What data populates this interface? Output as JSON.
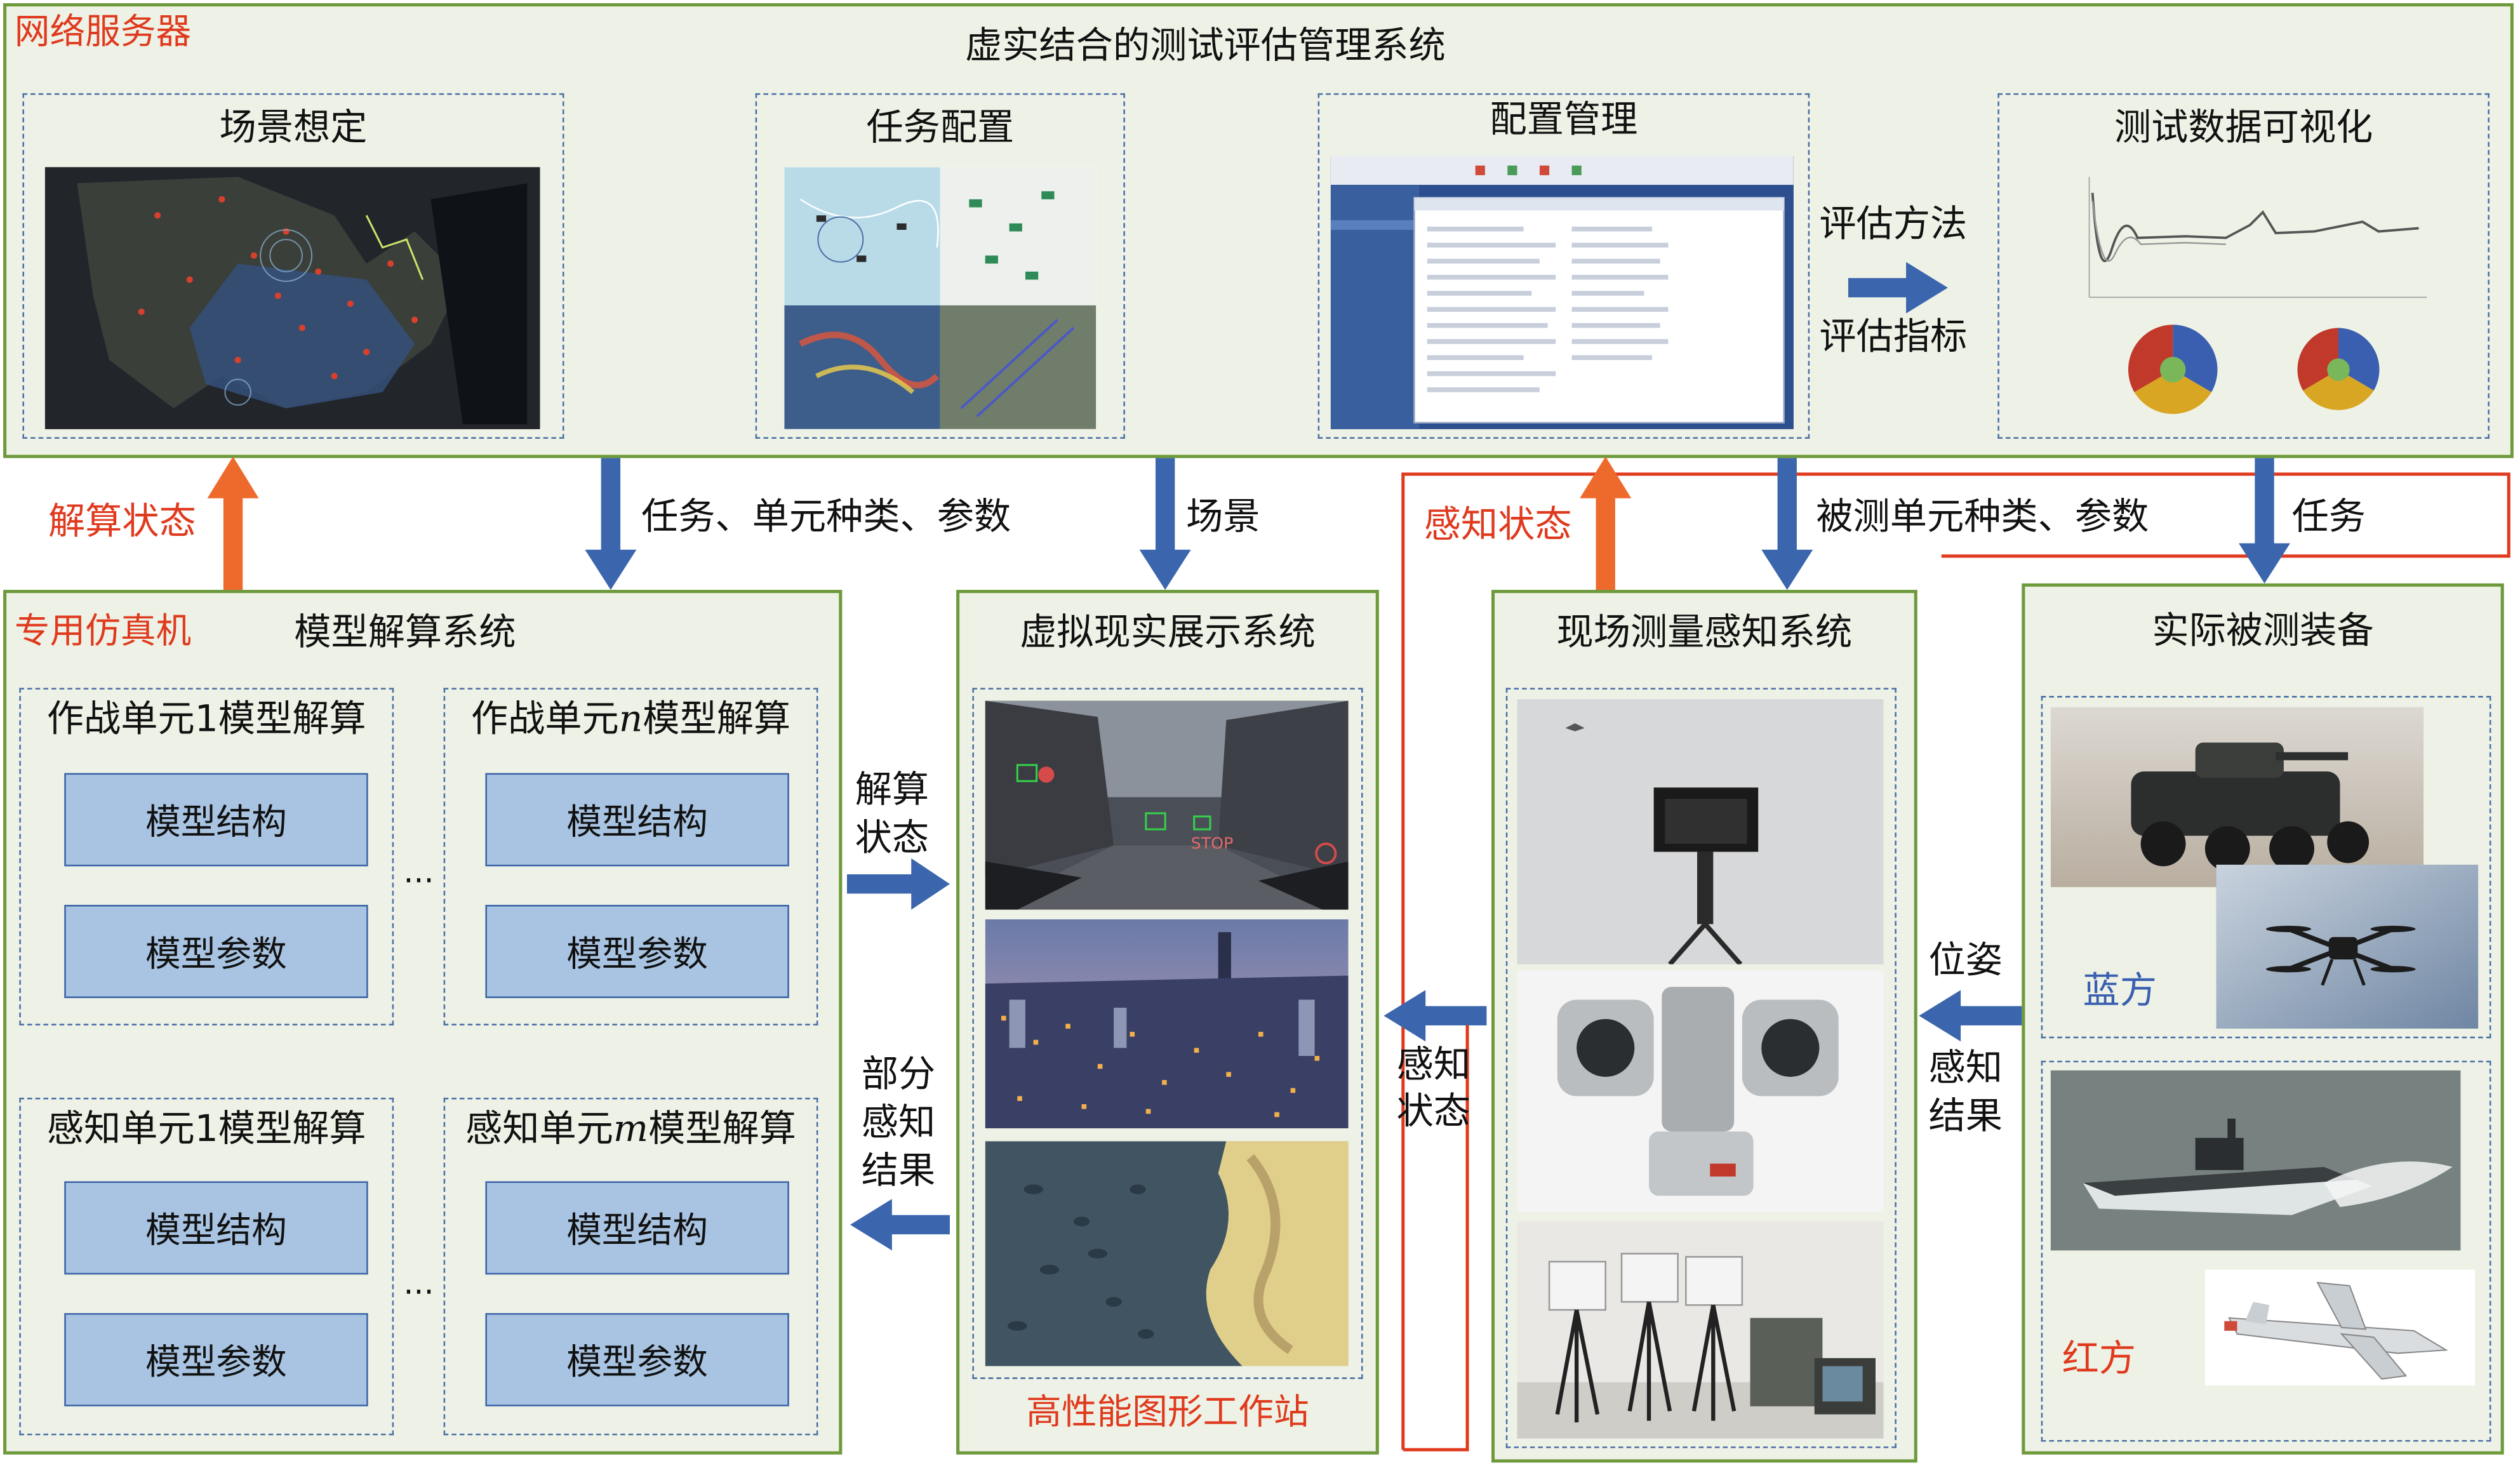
{
  "labels": {
    "network_server": "网络服务器",
    "main_title": "虚实结合的测试评估管理系统",
    "scene": "场景想定",
    "task_config": "任务配置",
    "config_mgmt": "配置管理",
    "test_vis": "测试数据可视化",
    "eval_method": "评估方法",
    "eval_index": "评估指标",
    "solve_state": "解算状态",
    "task_unit_param": "任务、单元种类、参数",
    "scene_short": "场景",
    "perceive_state": "感知状态",
    "tested_unit_param": "被测单元种类、参数",
    "task_short": "任务",
    "special_sim": "专用仿真机",
    "model_solve_sys": "模型解算系统",
    "combat_unit_1": "作战单元1模型解算",
    "combat_unit_n_a": "作战单元",
    "combat_unit_n_var": "n",
    "combat_unit_n_b": "模型解算",
    "sense_unit_1": "感知单元1模型解算",
    "sense_unit_m_a": "感知单元",
    "sense_unit_m_var": "m",
    "sense_unit_m_b": "模型解算",
    "model_struct": "模型结构",
    "model_param": "模型参数",
    "ellipsis": "...",
    "vr_display": "虚拟现实展示系统",
    "solve_state_1": "解算",
    "solve_state_2": "状态",
    "partial_1": "部分",
    "partial_2": "感知",
    "partial_3": "结果",
    "workstation": "高性能图形工作站",
    "field_sys": "现场测量感知系统",
    "perceive_1": "感知",
    "perceive_2": "状态",
    "actual_equip": "实际被测装备",
    "pose": "位姿",
    "sense_result_1": "感知",
    "sense_result_2": "结果",
    "blue_side": "蓝方",
    "red_side": "红方",
    "street_sign": "STOP"
  },
  "colors": {
    "panel_fill": "#eef2e6",
    "panel_border": "#6e9a3c",
    "dash": "#4a6fa5",
    "blue_arrow": "#3b66ad",
    "orange_arrow": "#ee6a2c",
    "red_line": "#e03a1e",
    "model_box": "#a8c4e2"
  }
}
